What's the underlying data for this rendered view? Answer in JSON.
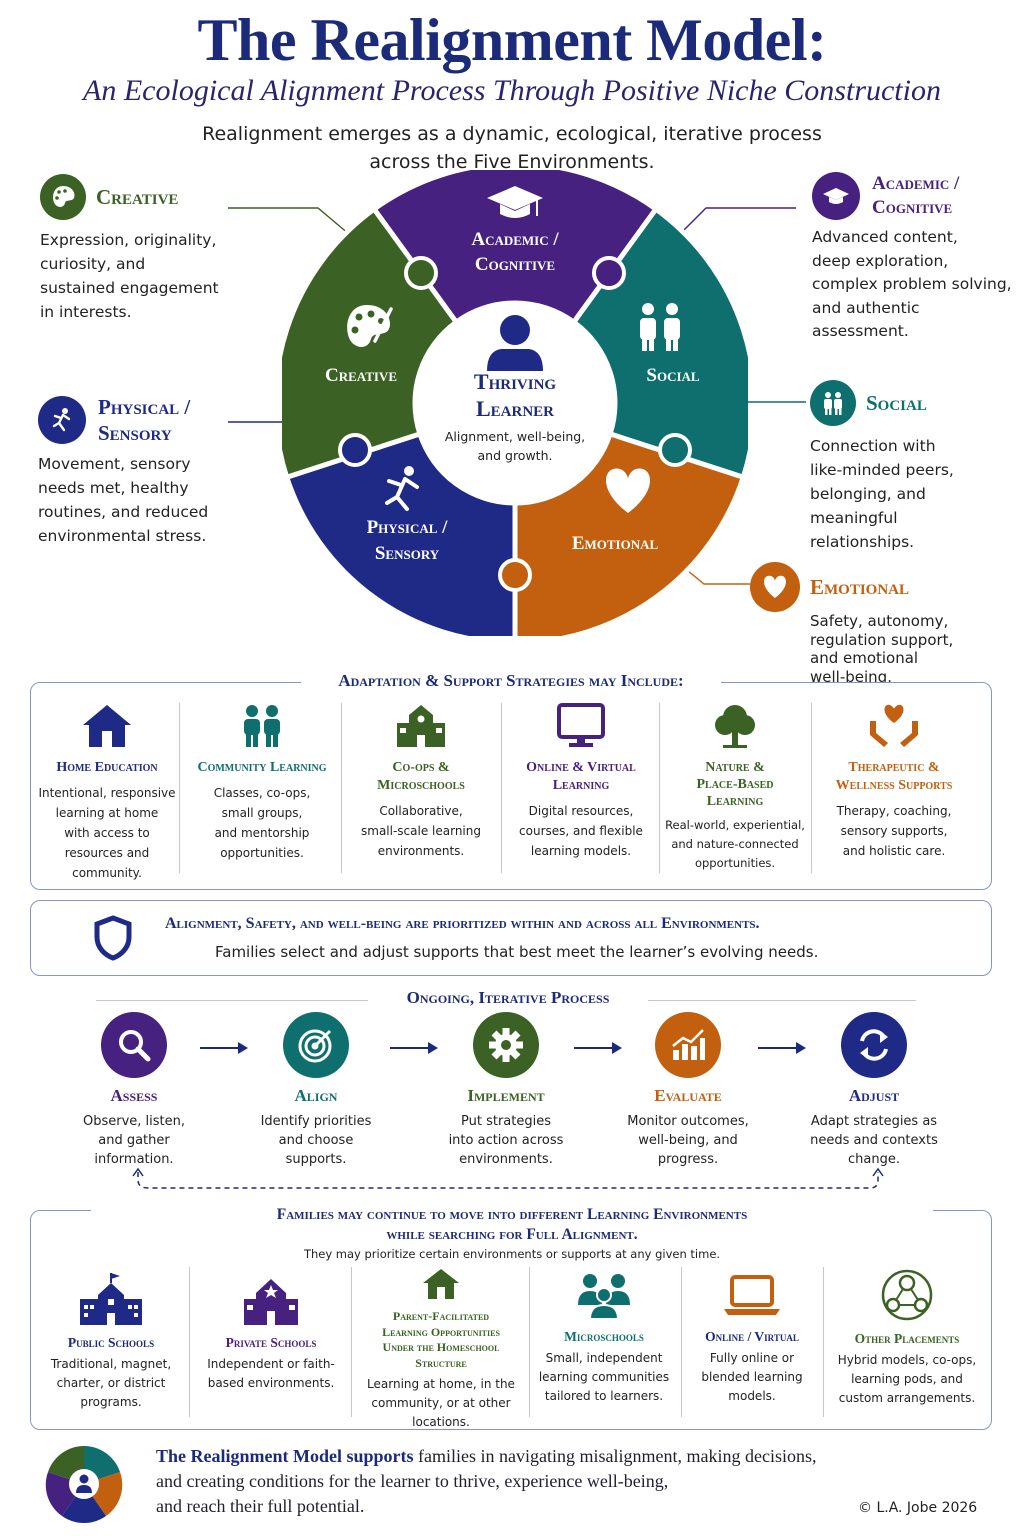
{
  "header": {
    "title": "The Realignment Model:",
    "subtitle": "An Ecological Alignment Process Through Positive Niche Construction",
    "intro_line1": "Realignment emerges as a dynamic, ecological, iterative process",
    "intro_line2": "across the Five Environments."
  },
  "colors": {
    "navy": "#1c2a7a",
    "purple": "#472180",
    "teal": "#0f6f6e",
    "green": "#3b6224",
    "blue": "#1f2a86",
    "orange": "#c2600f"
  },
  "wheel": {
    "center_title_1": "Thriving",
    "center_title_2": "Learner",
    "center_text_1": "Alignment, well-being,",
    "center_text_2": "and growth.",
    "academic_1": "Academic /",
    "academic_2": "Cognitive",
    "social": "Social",
    "emotional": "Emotional",
    "physical_1": "Physical /",
    "physical_2": "Sensory",
    "creative": "Creative"
  },
  "sides": {
    "creative": {
      "title": "Creative",
      "icon": "palette-icon",
      "lines": [
        "Expression, originality,",
        "curiosity, and",
        "sustained engagement",
        "in interests."
      ]
    },
    "physical": {
      "title_1": "Physical /",
      "title_2": "Sensory",
      "icon": "running-person-icon",
      "lines": [
        "Movement, sensory",
        "needs met, healthy",
        "routines, and reduced",
        "environmental stress."
      ]
    },
    "academic": {
      "title_1": "Academic /",
      "title_2": "Cognitive",
      "icon": "graduation-cap-icon",
      "lines": [
        "Advanced content,",
        "deep exploration,",
        "complex problem solving,",
        "and authentic",
        "assessment."
      ]
    },
    "social": {
      "title": "Social",
      "icon": "two-people-icon",
      "lines": [
        "Connection with",
        "like-minded peers,",
        "belonging, and",
        "meaningful",
        "relationships."
      ]
    },
    "emotional": {
      "title": "Emotional",
      "icon": "heart-icon",
      "lines": [
        "Safety, autonomy,",
        "regulation support,",
        "and emotional",
        "well-being."
      ]
    }
  },
  "strategies": {
    "heading": "Adaptation & Support Strategies may Include:",
    "items": [
      {
        "title": [
          "Home Education"
        ],
        "text": [
          "Intentional, responsive",
          "learning at home",
          "with access to",
          "resources and",
          "community."
        ],
        "icon": "house-icon"
      },
      {
        "title": [
          "Community Learning"
        ],
        "text": [
          "Classes, co-ops,",
          "small groups,",
          "and mentorship",
          "opportunities."
        ],
        "icon": "people-icon"
      },
      {
        "title": [
          "Co-ops &",
          "Microschools"
        ],
        "text": [
          "Collaborative,",
          "small-scale learning",
          "environments."
        ],
        "icon": "schoolhouse-icon"
      },
      {
        "title": [
          "Online & Virtual",
          "Learning"
        ],
        "text": [
          "Digital resources,",
          "courses, and flexible",
          "learning models."
        ],
        "icon": "monitor-icon"
      },
      {
        "title": [
          "Nature &",
          "Place-Based",
          "Learning"
        ],
        "text": [
          "Real-world, experiential,",
          "and nature-connected",
          "opportunities."
        ],
        "icon": "tree-icon"
      },
      {
        "title": [
          "Therapeutic &",
          "Wellness Supports"
        ],
        "text": [
          "Therapy, coaching,",
          "sensory supports,",
          "and holistic care."
        ],
        "icon": "hands-heart-icon"
      }
    ]
  },
  "banner": {
    "title": "Alignment, Safety, and well-being are prioritized within and across all Environments.",
    "text": "Families select and adjust supports that best meet the learner’s evolving needs.",
    "icon": "shield-icon"
  },
  "process": {
    "heading": "Ongoing, Iterative Process",
    "steps": [
      {
        "title": "Assess",
        "text": [
          "Observe, listen,",
          "and gather",
          "information."
        ],
        "icon": "magnifier-icon"
      },
      {
        "title": "Align",
        "text": [
          "Identify priorities",
          "and choose",
          "supports."
        ],
        "icon": "target-icon"
      },
      {
        "title": "Implement",
        "text": [
          "Put strategies",
          "into action across",
          "environments."
        ],
        "icon": "gear-icon"
      },
      {
        "title": "Evaluate",
        "text": [
          "Monitor outcomes,",
          "well-being, and",
          "progress."
        ],
        "icon": "chart-icon"
      },
      {
        "title": "Adjust",
        "text": [
          "Adapt strategies as",
          "needs and contexts",
          "change."
        ],
        "icon": "refresh-icon"
      }
    ]
  },
  "environments": {
    "heading_1": "Families may continue to move into different Learning Environments",
    "heading_2": "while searching for Full Alignment.",
    "subheading": "They may prioritize certain environments or supports at any given time.",
    "items": [
      {
        "title": [
          "Public Schools"
        ],
        "text": [
          "Traditional, magnet,",
          "charter, or district",
          "programs."
        ],
        "icon": "public-school-icon"
      },
      {
        "title": [
          "Private Schools"
        ],
        "text": [
          "Independent or faith-",
          "based environments."
        ],
        "icon": "private-school-icon"
      },
      {
        "title": [
          "Parent-Facilitated",
          "Learning Opportunities",
          "Under the Homeschool",
          "Structure"
        ],
        "text": [
          "Learning at home, in the",
          "community, or at other",
          "locations."
        ],
        "icon": "home-icon"
      },
      {
        "title": [
          "Microschools"
        ],
        "text": [
          "Small, independent",
          "learning communities",
          "tailored to learners."
        ],
        "icon": "group-icon"
      },
      {
        "title": [
          "Online / Virtual"
        ],
        "text": [
          "Fully online or",
          "blended learning",
          "models."
        ],
        "icon": "laptop-icon"
      },
      {
        "title": [
          "Other Placements"
        ],
        "text": [
          "Hybrid models, co-ops,",
          "learning pods, and",
          "custom arrangements."
        ],
        "icon": "network-icon"
      }
    ]
  },
  "footer": {
    "line1_bold": "The Realignment Model supports",
    "line1_rest": "families in navigating misalignment, making decisions,",
    "line2": "and creating conditions for the learner to thrive, experience well-being,",
    "line3": "and reach their full potential.",
    "copyright": "© L.A. Jobe 2026"
  }
}
